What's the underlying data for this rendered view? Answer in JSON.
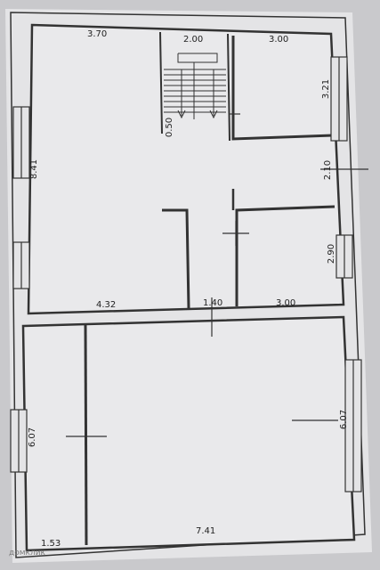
{
  "dimensions": {
    "top_left_width": "3.70",
    "stair_width": "2.00",
    "top_right_width": "3.00",
    "top_right_height": "3.21",
    "stair_step_label": "0.50",
    "left_height": "8.41",
    "corridor_height": "2.10",
    "small_room_height": "2.90",
    "bottom_left_width": "4.32",
    "corridor_width": "1.40",
    "small_room_width": "3.00",
    "lower_left_height": "6.07",
    "lower_right_height": "6.07",
    "lower_left_width": "1.53",
    "lower_right_width": "7.41"
  },
  "watermark": "домклик"
}
